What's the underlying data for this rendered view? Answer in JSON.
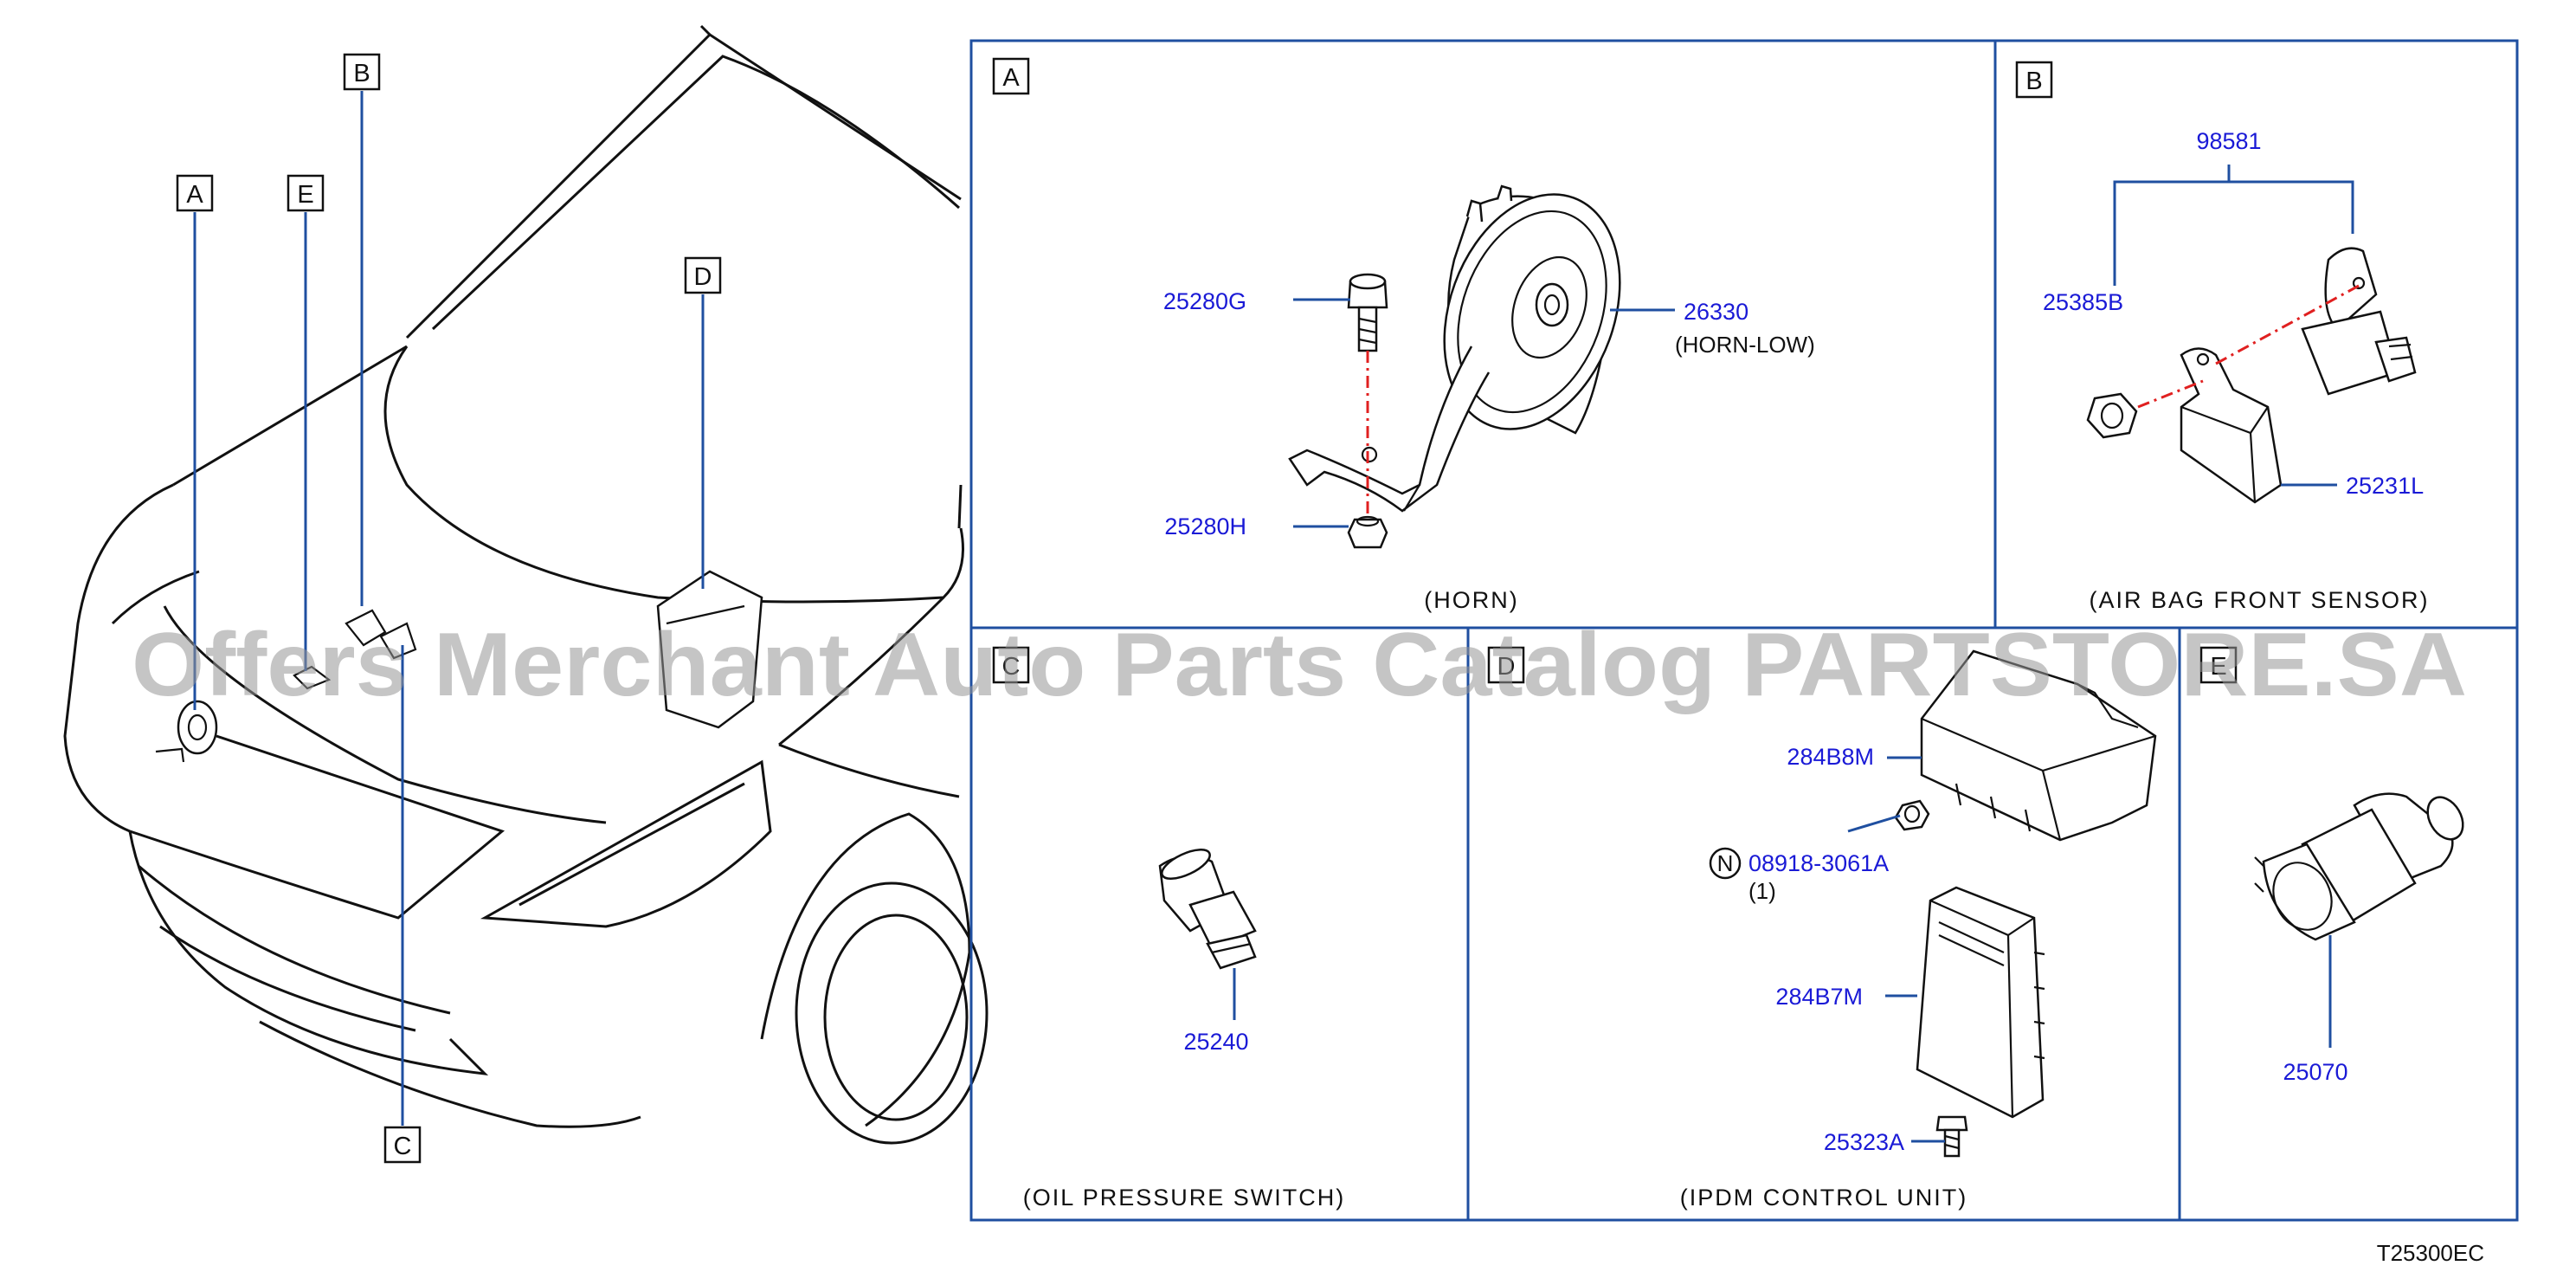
{
  "title": "T25300EC",
  "watermark": "Offers Merchant Auto Parts Catalog PARTSTORE.SA",
  "locators": {
    "a": "A",
    "b": "B",
    "c": "C",
    "d": "D",
    "e": "E"
  },
  "panels": {
    "a": {
      "letter": "A",
      "caption": "(HORN)",
      "parts": {
        "bolt": "25280G",
        "nut": "25280H",
        "horn": "26330",
        "horn_note": "(HORN-LOW)"
      }
    },
    "b": {
      "letter": "B",
      "caption": "(AIR   BAG   FRONT   SENSOR)",
      "parts": {
        "assembly": "98581",
        "nut": "25385B",
        "bracket": "25231L"
      }
    },
    "c": {
      "letter": "C",
      "caption": "(OIL   PRESSURE   SWITCH)",
      "parts": {
        "switch": "25240"
      }
    },
    "d": {
      "letter": "D",
      "caption": "(IPDM   CONTROL   UNIT)",
      "parts": {
        "cover": "284B8M",
        "nut_symbol": "N",
        "nut": "08918-3061A",
        "nut_qty": "(1)",
        "unit": "284B7M",
        "bolt": "25323A"
      }
    },
    "e": {
      "letter": "E",
      "parts": {
        "sensor": "25070"
      }
    }
  }
}
